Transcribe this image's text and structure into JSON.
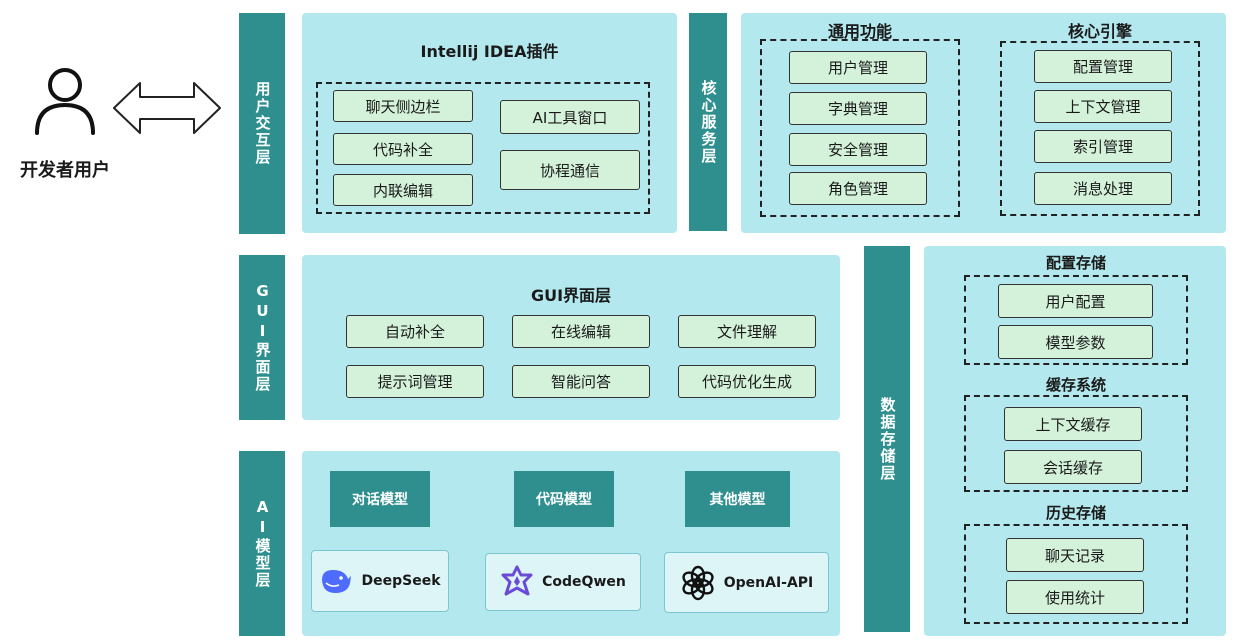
{
  "user": {
    "label": "开发者用户"
  },
  "layers": {
    "interaction": "用户交互层",
    "gui": "GUI界面层",
    "ai": "AI模型层",
    "core": "核心服务层",
    "storage": "数据存储层"
  },
  "plugin": {
    "title": "Intellij IDEA插件",
    "left": [
      "聊天侧边栏",
      "代码补全",
      "内联编辑"
    ],
    "right": [
      "AI工具窗口",
      "协程通信"
    ]
  },
  "gui": {
    "title": "GUI界面层",
    "row1": [
      "自动补全",
      "在线编辑",
      "文件理解"
    ],
    "row2": [
      "提示词管理",
      "智能问答",
      "代码优化生成"
    ]
  },
  "ai": {
    "categories": [
      "对话模型",
      "代码模型",
      "其他模型"
    ],
    "providers": [
      "DeepSeek",
      "CodeQwen",
      "OpenAI-API"
    ]
  },
  "core": {
    "general": {
      "title": "通用功能",
      "items": [
        "用户管理",
        "字典管理",
        "安全管理",
        "角色管理"
      ]
    },
    "engine": {
      "title": "核心引擎",
      "items": [
        "配置管理",
        "上下文管理",
        "索引管理",
        "消息处理"
      ]
    }
  },
  "storage": {
    "config": {
      "title": "配置存储",
      "items": [
        "用户配置",
        "模型参数"
      ]
    },
    "cache": {
      "title": "缓存系统",
      "items": [
        "上下文缓存",
        "会话缓存"
      ]
    },
    "history": {
      "title": "历史存储",
      "items": [
        "聊天记录",
        "使用统计"
      ]
    }
  },
  "colors": {
    "bar": "#2f8f8f",
    "panel": "#b3e9ee",
    "module": "#d4f2da",
    "logo_box": "#ddf5f7",
    "deepseek": "#4d6bfe",
    "codeqwen": "#6a4bd8"
  },
  "icons": {
    "user": "user-icon",
    "arrow": "double-arrow-icon",
    "deepseek": "deepseek-whale-icon",
    "codeqwen": "codeqwen-star-icon",
    "openai": "openai-knot-icon"
  }
}
